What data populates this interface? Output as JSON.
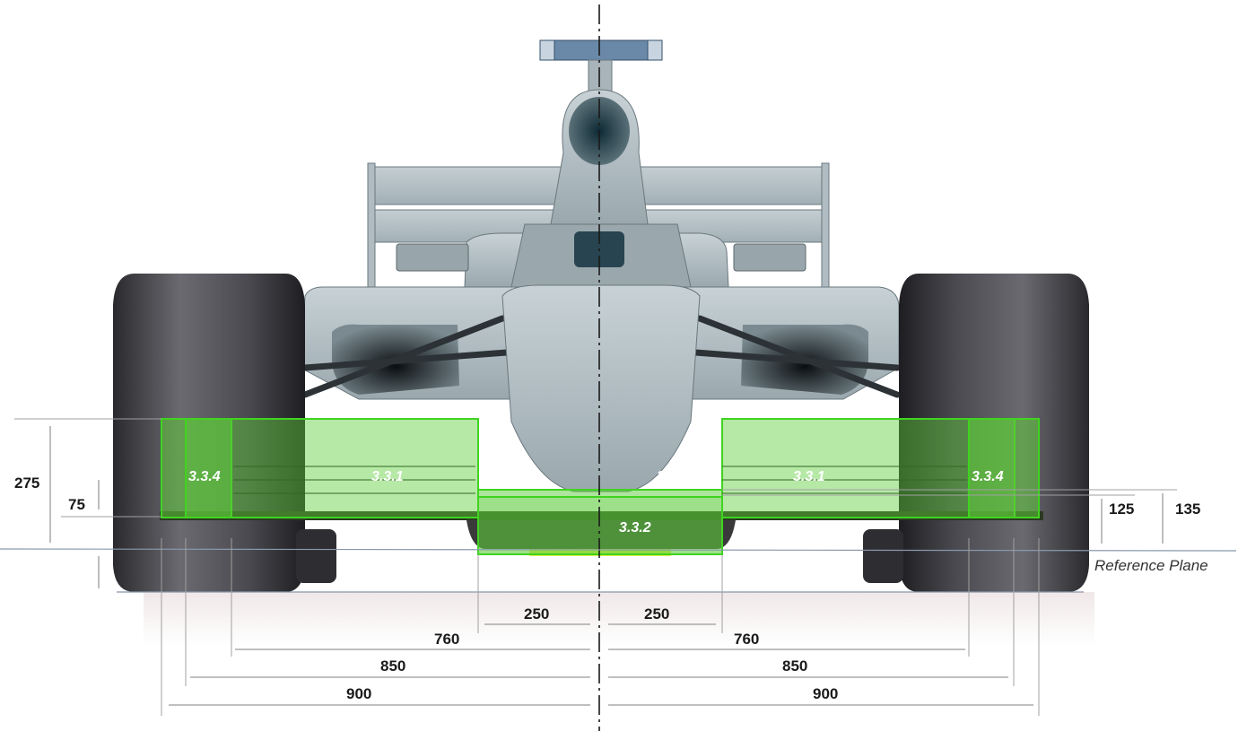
{
  "colors": {
    "zone_fill": "#5ecb3a",
    "zone_stroke": "#3fd420",
    "body": "#b8c4c8",
    "body_dark": "#8a9aa0",
    "tyre": "#3a3a3e",
    "reference_line": "#8a98ac",
    "dimension_line": "#9a9a9a"
  },
  "reference_plane_label": "Reference Plane",
  "zones": [
    {
      "id": "z334L",
      "label": "3.3.4"
    },
    {
      "id": "z331L",
      "label": "3.3.1"
    },
    {
      "id": "z333",
      "label": "3.3.3"
    },
    {
      "id": "z332",
      "label": "3.3.2"
    },
    {
      "id": "z331R",
      "label": "3.3.1"
    },
    {
      "id": "z334R",
      "label": "3.3.4"
    }
  ],
  "dimensions": {
    "left_vertical": [
      "275",
      "75"
    ],
    "right_vertical": [
      "125",
      "135"
    ],
    "left_horizontal": [
      "250",
      "760",
      "850",
      "900"
    ],
    "right_horizontal": [
      "250",
      "760",
      "850",
      "900"
    ]
  }
}
